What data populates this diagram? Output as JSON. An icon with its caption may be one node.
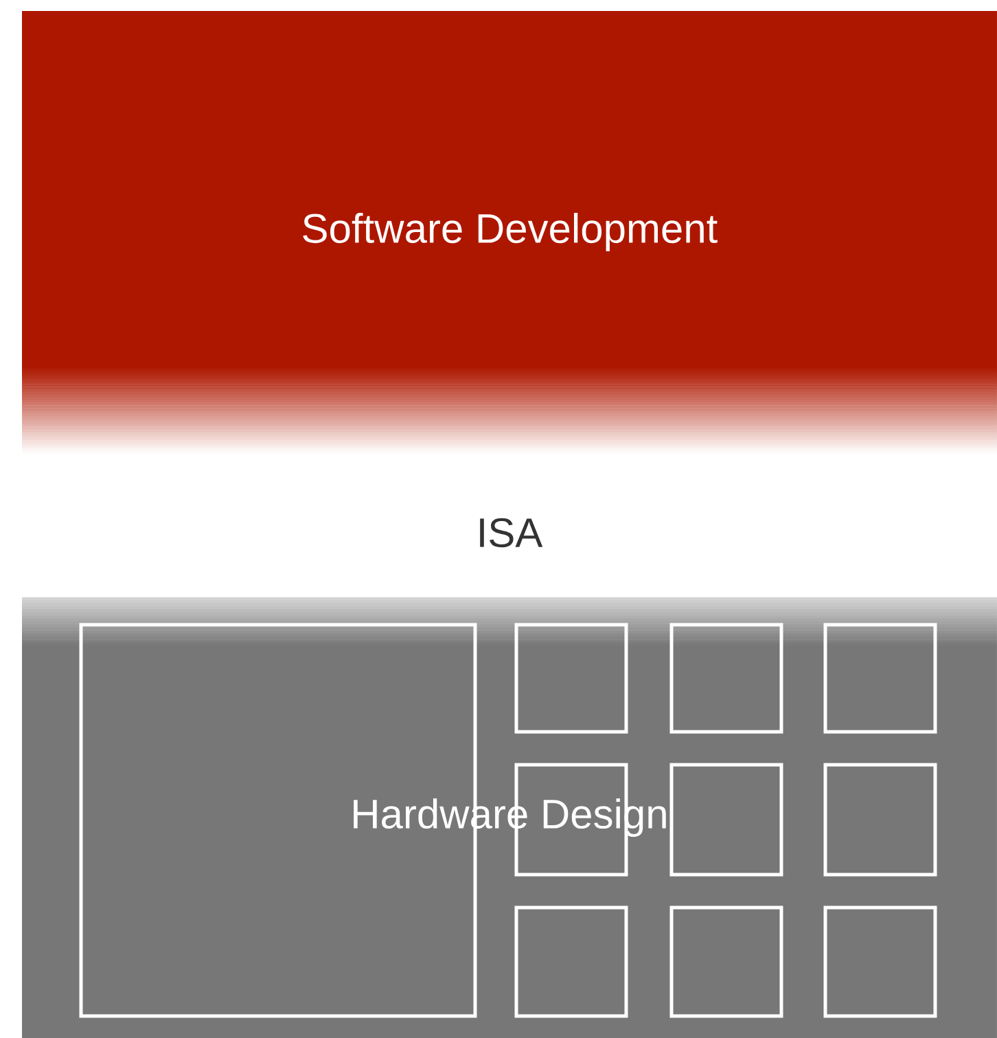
{
  "diagram": {
    "nodes": [
      {
        "text": [
          "Software Development"
        ]
      },
      {
        "text": [
          "ISA"
        ]
      },
      {
        "text": [
          "Hardware Design"
        ]
      },
      {
        "text": [],
        "shape": "box",
        "in": 2
      },
      {
        "text": [],
        "shape": "box",
        "in": 2
      },
      {
        "text": [],
        "shape": "box",
        "in": 2
      },
      {
        "text": [],
        "shape": "box",
        "in": 2
      },
      {
        "text": [],
        "shape": "box",
        "in": 2
      },
      {
        "text": [],
        "shape": "box",
        "in": 2
      },
      {
        "text": [],
        "shape": "box",
        "in": 2
      },
      {
        "text": [],
        "shape": "box",
        "in": 2
      },
      {
        "text": [],
        "shape": "box",
        "in": 2
      },
      {
        "text": [],
        "shape": "box",
        "in": 2
      }
    ],
    "edges": []
  }
}
